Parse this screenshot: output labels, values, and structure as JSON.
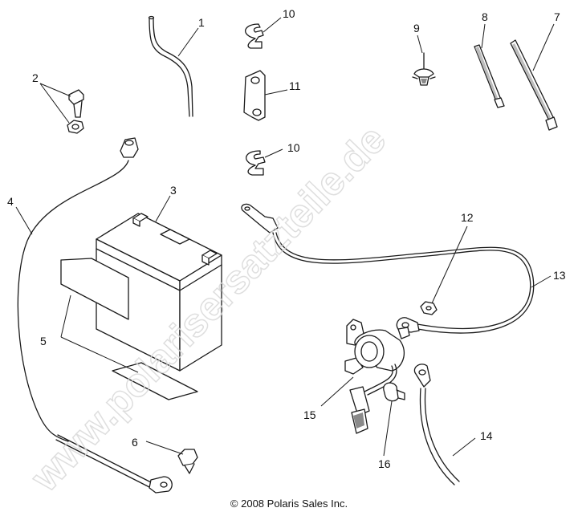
{
  "copyright": "© 2008 Polaris Sales Inc.",
  "watermark": "www.polarisersatzteile.de",
  "callouts": {
    "c1": "1",
    "c2": "2",
    "c3": "3",
    "c4": "4",
    "c5": "5",
    "c6": "6",
    "c7": "7",
    "c8": "8",
    "c9": "9",
    "c10a": "10",
    "c10b": "10",
    "c11": "11",
    "c12": "12",
    "c13": "13",
    "c14": "14",
    "c15": "15",
    "c16": "16"
  },
  "colors": {
    "line": "#1a1a1a",
    "watermark": "#d9d9d9"
  }
}
